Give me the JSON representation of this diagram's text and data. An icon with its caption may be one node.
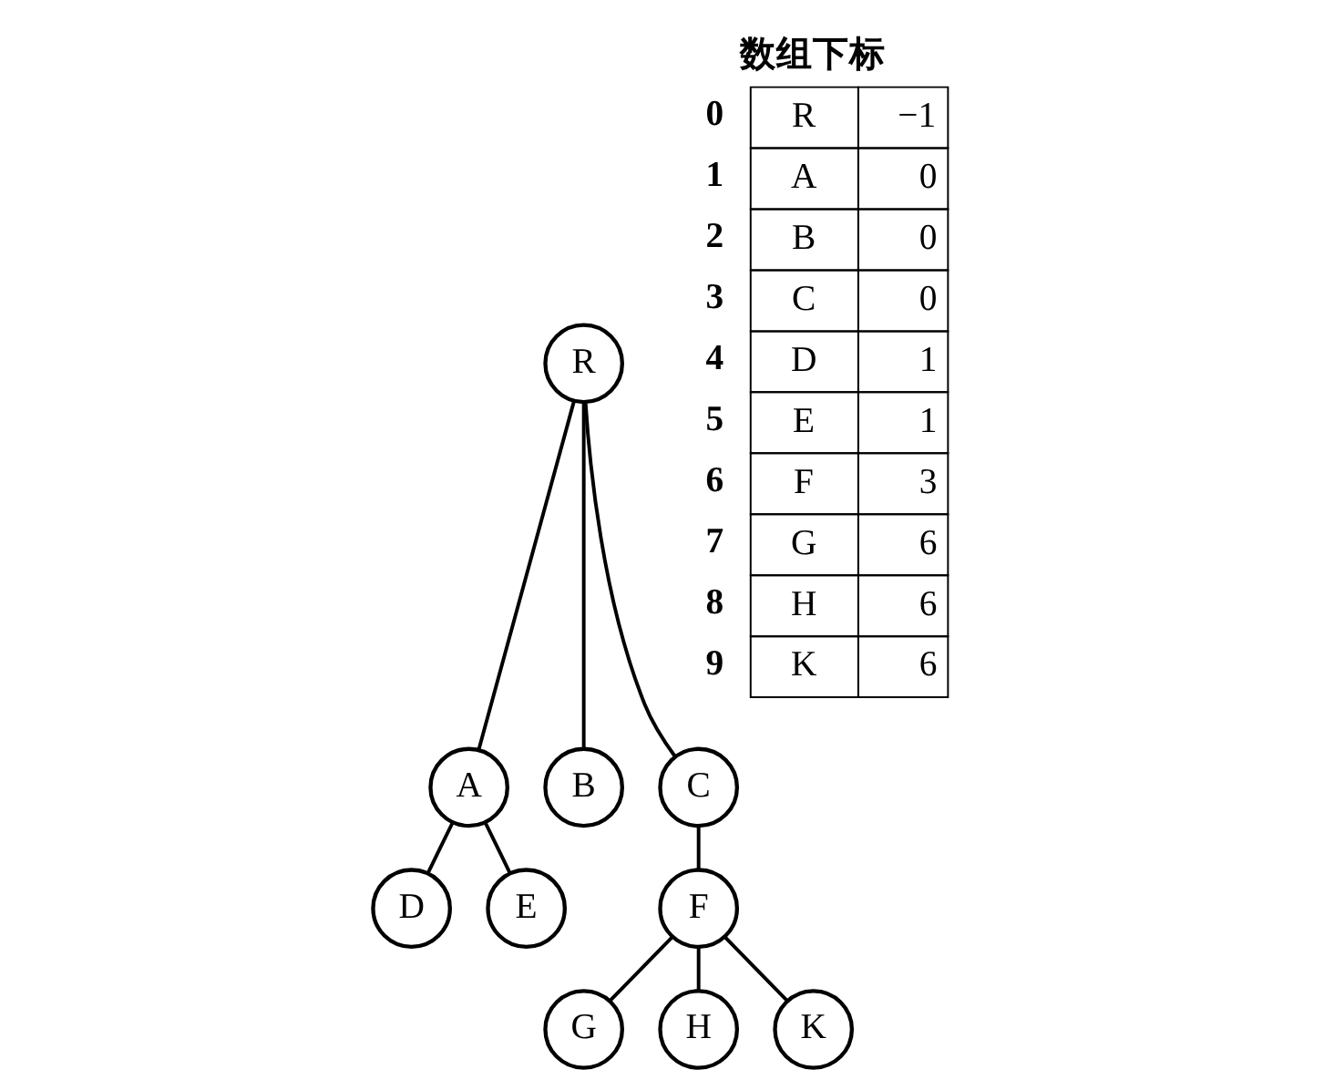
{
  "diagram": {
    "nodes": [
      {
        "text": [
          "R"
        ]
      },
      {
        "text": [
          "A"
        ]
      },
      {
        "text": [
          "B"
        ]
      },
      {
        "text": [
          "C"
        ]
      },
      {
        "text": [
          "D"
        ]
      },
      {
        "text": [
          "E"
        ]
      },
      {
        "text": [
          "F"
        ]
      },
      {
        "text": [
          "G"
        ]
      },
      {
        "text": [
          "H"
        ]
      },
      {
        "text": [
          "K"
        ]
      }
    ],
    "edges": [
      {
        "from": 0,
        "to": 1,
        "arrow": "none"
      },
      {
        "from": 0,
        "to": 2,
        "arrow": "none"
      },
      {
        "from": 0,
        "to": 3,
        "arrow": "none"
      },
      {
        "from": 1,
        "to": 4,
        "arrow": "none"
      },
      {
        "from": 1,
        "to": 5,
        "arrow": "none"
      },
      {
        "from": 3,
        "to": 6,
        "arrow": "none"
      },
      {
        "from": 6,
        "to": 7,
        "arrow": "none"
      },
      {
        "from": 6,
        "to": 8,
        "arrow": "none"
      },
      {
        "from": 6,
        "to": 9,
        "arrow": "none"
      }
    ],
    "labels": [
      "数组下标",
      "0",
      "R",
      "−1",
      "1",
      "A",
      "0",
      "2",
      "B",
      "0",
      "3",
      "C",
      "0",
      "4",
      "D",
      "1",
      "5",
      "E",
      "1",
      "6",
      "F",
      "3",
      "7",
      "G",
      "6",
      "8",
      "H",
      "6",
      "9",
      "K",
      "6"
    ]
  }
}
